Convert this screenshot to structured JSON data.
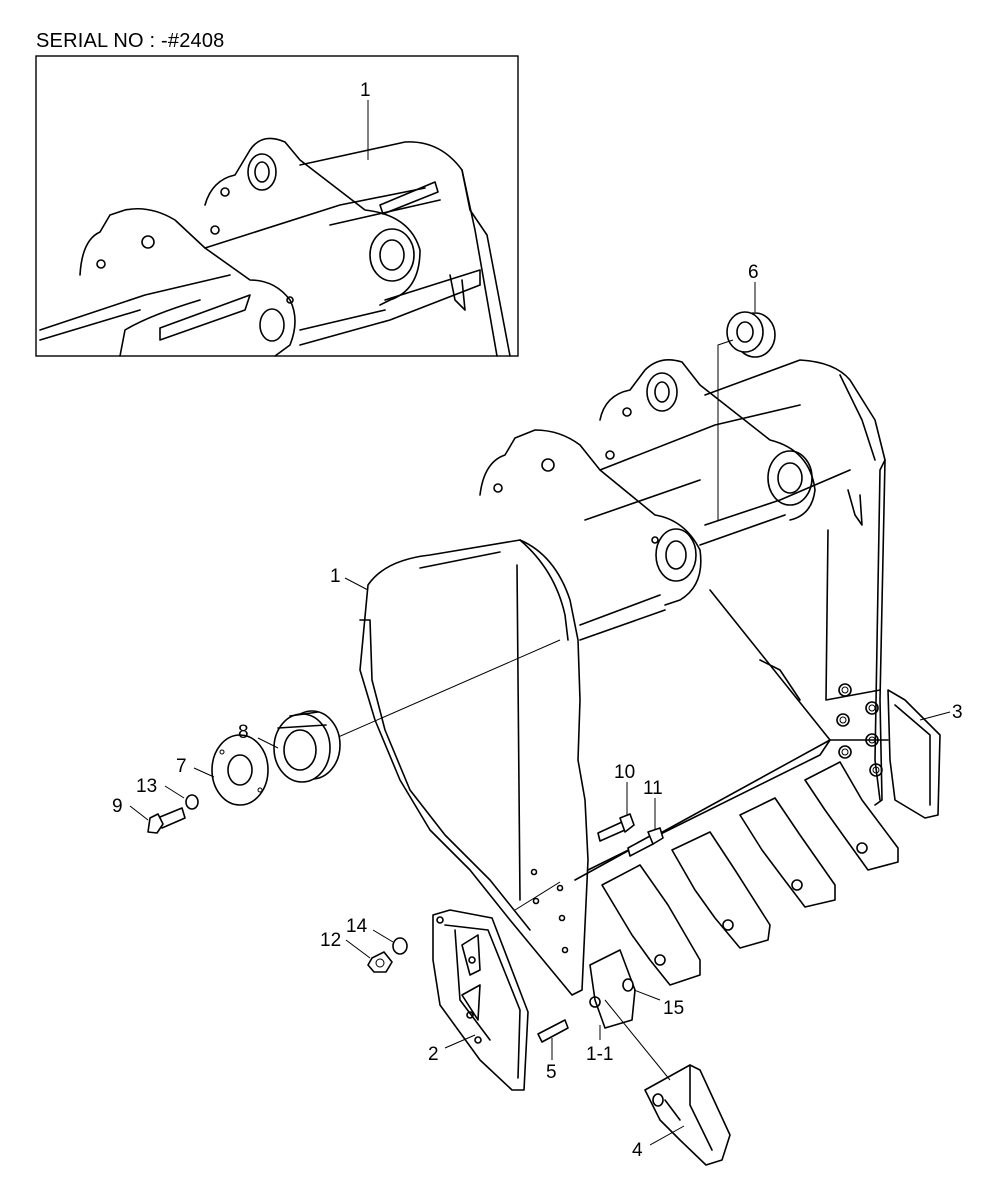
{
  "header": {
    "serial_text": "SERIAL NO : -#2408"
  },
  "callouts": [
    {
      "id": "c-inset-1",
      "text": "1"
    },
    {
      "id": "c-6",
      "text": "6"
    },
    {
      "id": "c-1",
      "text": "1"
    },
    {
      "id": "c-3",
      "text": "3"
    },
    {
      "id": "c-8",
      "text": "8"
    },
    {
      "id": "c-7",
      "text": "7"
    },
    {
      "id": "c-13",
      "text": "13"
    },
    {
      "id": "c-9",
      "text": "9"
    },
    {
      "id": "c-10",
      "text": "10"
    },
    {
      "id": "c-11",
      "text": "11"
    },
    {
      "id": "c-14",
      "text": "14"
    },
    {
      "id": "c-12",
      "text": "12"
    },
    {
      "id": "c-15",
      "text": "15"
    },
    {
      "id": "c-2",
      "text": "2"
    },
    {
      "id": "c-5",
      "text": "5"
    },
    {
      "id": "c-1-1",
      "text": "1-1"
    },
    {
      "id": "c-4",
      "text": "4"
    }
  ]
}
